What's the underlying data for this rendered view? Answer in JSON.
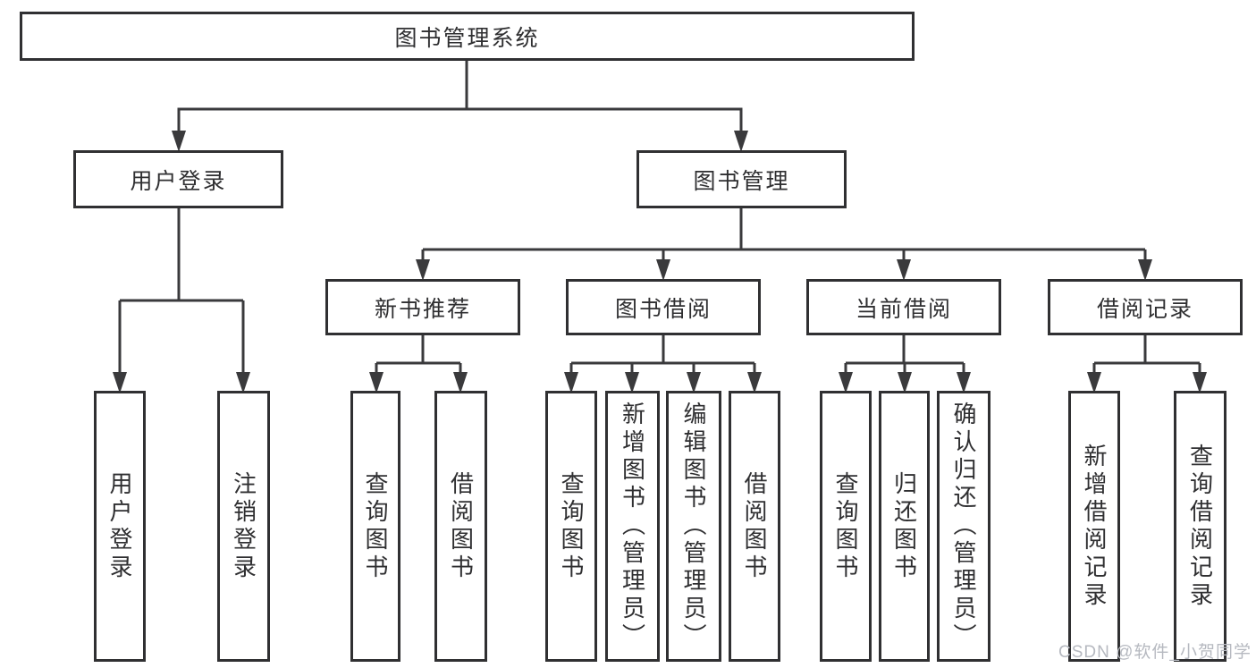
{
  "diagram": {
    "type": "hierarchy-tree",
    "title": "图书管理系统",
    "watermark": "CSDN @软件_小贺同学",
    "colors": {
      "border": "#303032",
      "line": "#3a3a3c",
      "text": "#2f2f31",
      "background": "#ffffff",
      "watermark": "#b6b9c0"
    },
    "root": {
      "label": "图书管理系统"
    },
    "branches": {
      "user_login": {
        "label": "用户登录",
        "children": {
          "login": {
            "label": "用户登录"
          },
          "logout": {
            "label": "注销登录"
          }
        }
      },
      "book_mgmt": {
        "label": "图书管理",
        "sections": {
          "new_book_rec": {
            "label": "新书推荐",
            "children": {
              "query": {
                "label": "查询图书"
              },
              "borrow": {
                "label": "借阅图书"
              }
            }
          },
          "book_borrow": {
            "label": "图书借阅",
            "children": {
              "query": {
                "label": "查询图书"
              },
              "add": {
                "label": "新增图书（管理员）"
              },
              "edit": {
                "label": "编辑图书（管理员）"
              },
              "borrow": {
                "label": "借阅图书"
              }
            }
          },
          "current_borrow": {
            "label": "当前借阅",
            "children": {
              "query": {
                "label": "查询图书"
              },
              "return": {
                "label": "归还图书"
              },
              "confirm": {
                "label": "确认归还（管理员）"
              }
            }
          },
          "borrow_records": {
            "label": "借阅记录",
            "children": {
              "add": {
                "label": "新增借阅记录"
              },
              "query": {
                "label": "查询借阅记录"
              }
            }
          }
        }
      }
    }
  }
}
